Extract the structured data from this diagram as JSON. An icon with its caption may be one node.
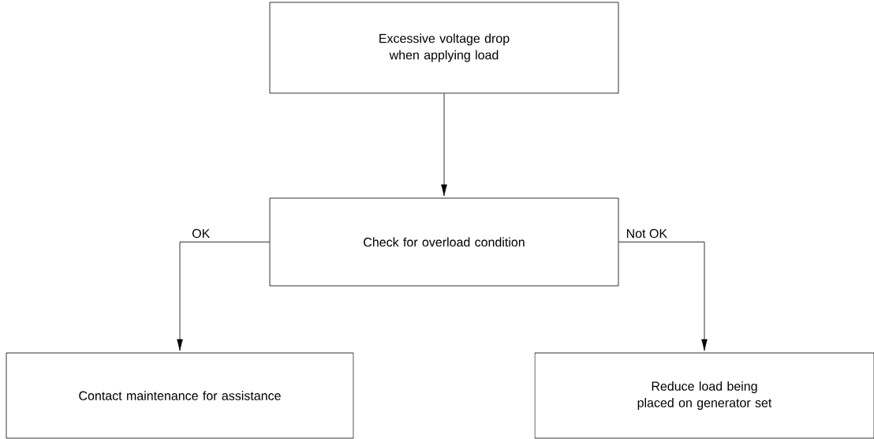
{
  "diagram": {
    "nodes": [
      {
        "text": [
          "Excessive voltage drop when applying load"
        ]
      },
      {
        "text": [
          "Check for overload condition"
        ]
      },
      {
        "text": [
          "Contact maintenance for assistance"
        ]
      },
      {
        "text": [
          "Reduce load being placed on generator set"
        ]
      }
    ],
    "edges": [
      {
        "from": 0,
        "to": 1,
        "arrow": "to"
      },
      {
        "from": 1,
        "to": 2,
        "arrow": "to",
        "label": "OK"
      },
      {
        "from": 1,
        "to": 3,
        "arrow": "to",
        "label": "Not OK"
      }
    ]
  }
}
